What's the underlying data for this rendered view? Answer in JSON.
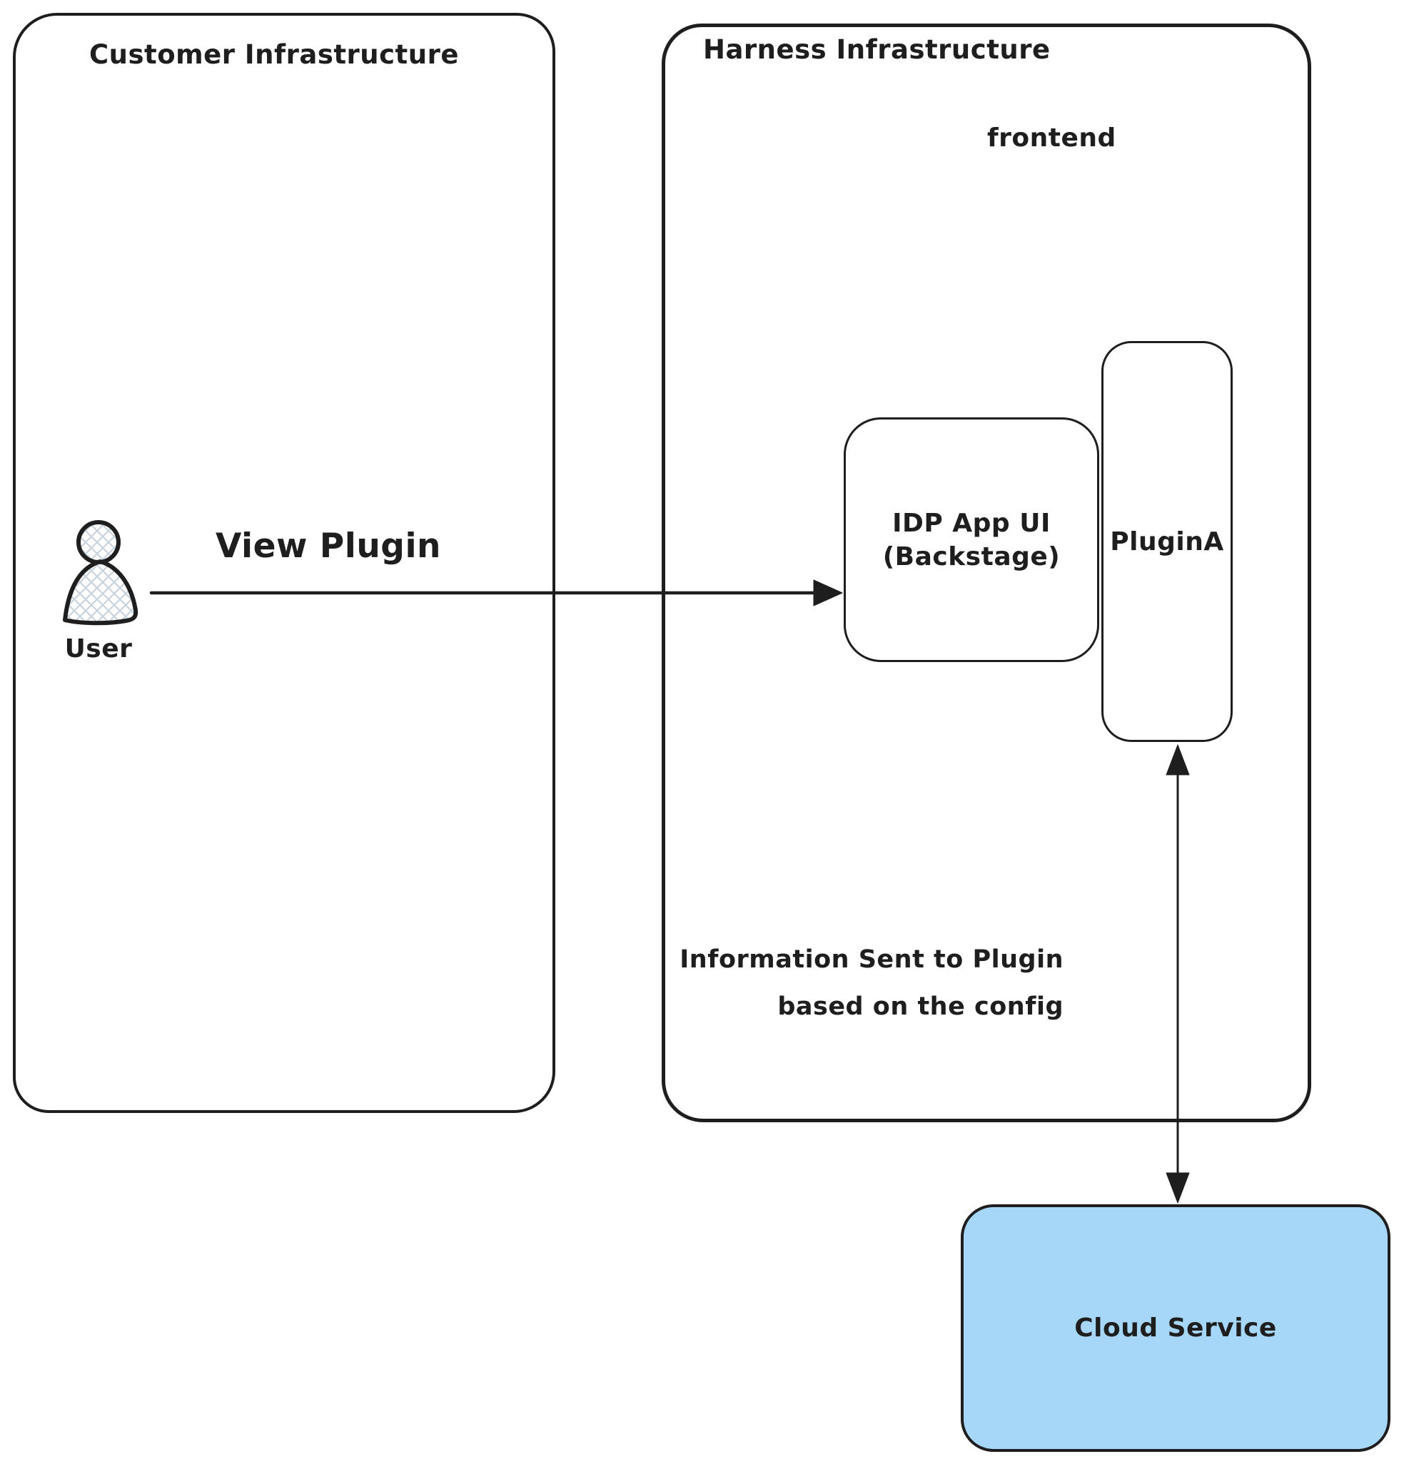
{
  "diagram": {
    "customer": {
      "title": "Customer Infrastructure"
    },
    "harness": {
      "title": "Harness Infrastructure",
      "frontend_label": "frontend"
    },
    "idp": {
      "line1": "IDP App UI",
      "line2": "(Backstage)"
    },
    "plugin": {
      "label": "PluginA"
    },
    "cloud": {
      "label": "Cloud Service"
    },
    "user": {
      "label": "User"
    },
    "edges": {
      "view_plugin": "View Plugin",
      "info_line1": "Information Sent to Plugin",
      "info_line2": "based on the config"
    }
  },
  "colors": {
    "stroke": "#1e1e1e",
    "cloud_fill": "#a6d7f8",
    "hatch": "#c9d3dc",
    "background": "#ffffff"
  }
}
